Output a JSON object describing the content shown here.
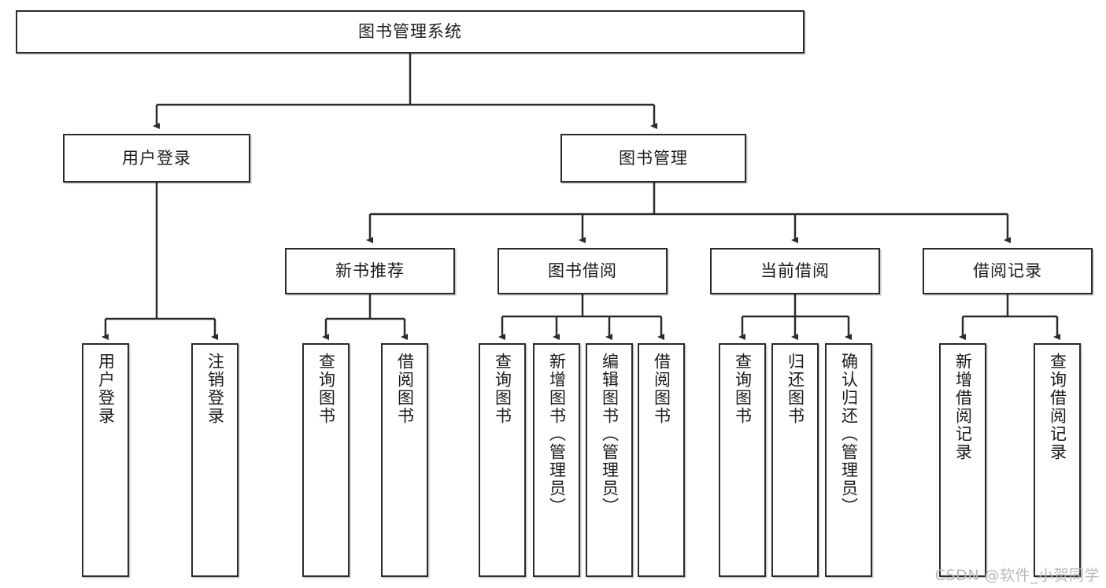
{
  "diagram": {
    "title": "图书管理系统",
    "type": "tree",
    "watermark": "CSDN @软件_小贺同学",
    "colors": {
      "box_border": "#2b2b2b",
      "box_fill": "#ffffff",
      "text": "#1a1a1a",
      "connector": "#2b2b2b",
      "watermark": "#b9b9b9",
      "background": "#ffffff"
    },
    "root": {
      "label": "图书管理系统"
    },
    "level2": [
      {
        "label": "用户登录"
      },
      {
        "label": "图书管理"
      }
    ],
    "level3": [
      {
        "label": "新书推荐"
      },
      {
        "label": "图书借阅"
      },
      {
        "label": "当前借阅"
      },
      {
        "label": "借阅记录"
      }
    ],
    "leaves": {
      "user_login": [
        {
          "label": "用户登录"
        },
        {
          "label": "注销登录"
        }
      ],
      "new_book_recommend": [
        {
          "label": "查询图书"
        },
        {
          "label": "借阅图书"
        }
      ],
      "book_borrow": [
        {
          "label": "查询图书"
        },
        {
          "label": "新增图书（管理员）"
        },
        {
          "label": "编辑图书（管理员）"
        },
        {
          "label": "借阅图书"
        }
      ],
      "current_borrow": [
        {
          "label": "查询图书"
        },
        {
          "label": "归还图书"
        },
        {
          "label": "确认归还（管理员）"
        }
      ],
      "borrow_record": [
        {
          "label": "新增借阅记录"
        },
        {
          "label": "查询借阅记录"
        }
      ]
    }
  }
}
